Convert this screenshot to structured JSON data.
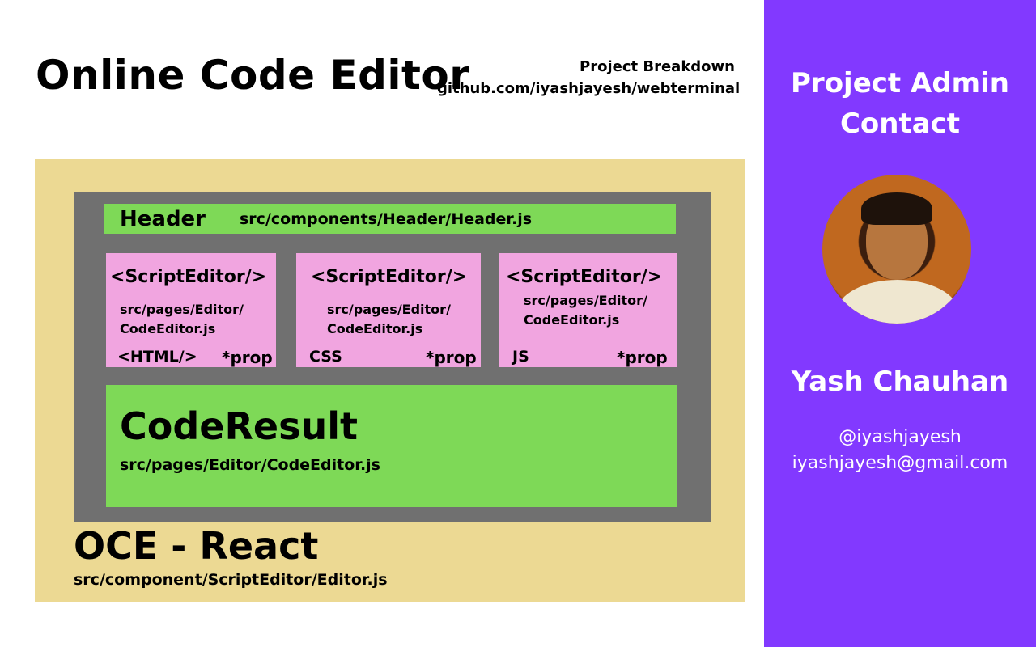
{
  "title": "Online Code Editor",
  "breakdown_label": "Project Breakdown",
  "repo_url": "github.com/iyashjayesh/webterminal",
  "diagram": {
    "header": {
      "label": "Header",
      "path": "src/components/Header/Header.js"
    },
    "editors": [
      {
        "title": "<ScriptEditor/>",
        "path_line1": "src/pages/Editor/",
        "path_line2": "CodeEditor.js",
        "lang": "<HTML/>",
        "prop": "*prop"
      },
      {
        "title": "<ScriptEditor/>",
        "path_line1": "src/pages/Editor/",
        "path_line2": "CodeEditor.js",
        "lang": "CSS",
        "prop": "*prop"
      },
      {
        "title": "<ScriptEditor/>",
        "path_line1": "src/pages/Editor/",
        "path_line2": "CodeEditor.js",
        "lang": "JS",
        "prop": "*prop"
      }
    ],
    "result": {
      "title": "CodeResult",
      "path": "src/pages/Editor/CodeEditor.js"
    },
    "oce": {
      "title": "OCE - React",
      "path": "src/component/ScriptEditor/Editor.js"
    }
  },
  "contact": {
    "heading_line1": "Project Admin",
    "heading_line2": "Contact",
    "name": "Yash Chauhan",
    "handle": "@iyashjayesh",
    "email": "iyashjayesh@gmail.com"
  },
  "colors": {
    "outer_panel": "#ecd993",
    "app_frame": "#707070",
    "green_box": "#7ed957",
    "pink_box": "#f1a5e0",
    "sidebar": "#8239ff"
  }
}
